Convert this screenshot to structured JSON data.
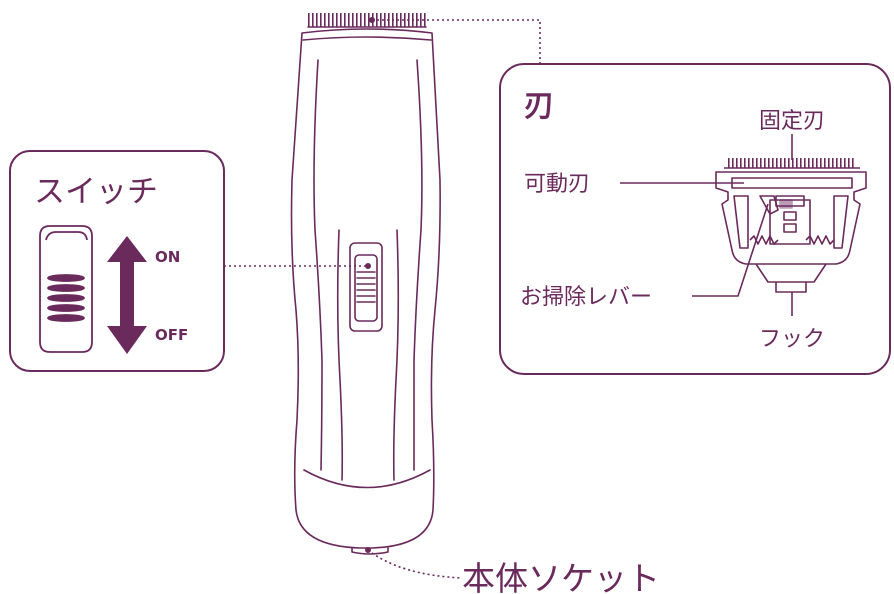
{
  "colors": {
    "accent": "#6a2a5c",
    "stroke": "#6a2a5c",
    "background": "#ffffff"
  },
  "switch_callout": {
    "title": "スイッチ",
    "on_label": "ON",
    "off_label": "OFF"
  },
  "blade_callout": {
    "title": "刃",
    "fixed_blade": "固定刃",
    "movable_blade": "可動刃",
    "cleaning_lever": "お掃除レバー",
    "hook": "フック"
  },
  "body_socket_label": "本体ソケット"
}
